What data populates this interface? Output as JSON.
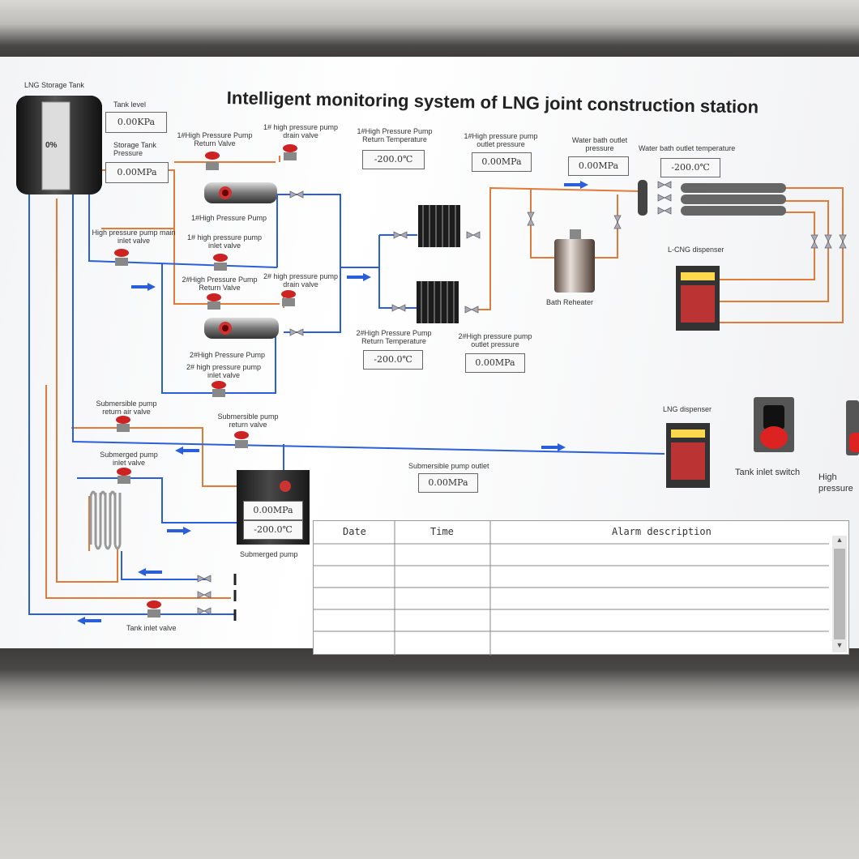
{
  "title": "Intelligent monitoring system of LNG joint construction station",
  "tank": {
    "name": "LNG Storage Tank",
    "level_pct": "0%",
    "level_label": "Tank level",
    "level_value": "0.00KPa",
    "pressure_label": "Storage Tank Pressure",
    "pressure_value": "0.00MPa"
  },
  "labels": {
    "p1_return_valve": "1#High Pressure Pump Return Valve",
    "p1_drain_valve": "1# high pressure pump drain valve",
    "p1_return_temp": "1#High Pressure Pump Return Temperature",
    "p1_outlet_pressure": "1#High pressure pump outlet pressure",
    "water_bath_outlet_pressure": "Water bath outlet pressure",
    "water_bath_outlet_temp": "Water bath outlet temperature",
    "p1_pump": "1#High Pressure Pump",
    "main_inlet_valve": "High pressure pump main inlet valve",
    "p1_inlet_valve": "1# high pressure pump inlet valve",
    "p2_return_valve": "2#High Pressure Pump Return Valve",
    "p2_drain_valve": "2# high pressure pump drain valve",
    "p2_pump": "2#High Pressure Pump",
    "p2_inlet_valve": "2# high pressure pump inlet valve",
    "p2_return_temp": "2#High Pressure Pump Return Temperature",
    "p2_outlet_pressure": "2#High pressure pump outlet pressure",
    "bath_reheater": "Bath Reheater",
    "lcng_dispenser": "L-CNG dispenser",
    "lng_dispenser": "LNG dispenser",
    "sub_return_air_valve": "Submersible pump return air valve",
    "sub_return_valve": "Submersible pump return valve",
    "sub_inlet_valve": "Submerged pump inlet valve",
    "sub_outlet": "Submersible pump outlet",
    "sub_pump": "Submerged pump",
    "tank_inlet_valve": "Tank inlet valve",
    "tank_inlet_switch": "Tank inlet switch",
    "main_inlet_switch": "High pressure pump main inlet"
  },
  "values": {
    "p1_return_temp": "-200.0℃",
    "p1_outlet_pressure": "0.00MPa",
    "water_bath_outlet_pressure": "0.00MPa",
    "water_bath_outlet_temp": "-200.0℃",
    "p2_return_temp": "-200.0℃",
    "p2_outlet_pressure": "0.00MPa",
    "sub_outlet": "0.00MPa",
    "sub_pump_pressure": "0.00MPa",
    "sub_pump_temp": "-200.0℃"
  },
  "alarm_table": {
    "columns": [
      "Date",
      "Time",
      "Alarm description"
    ],
    "rows": [
      [
        "",
        "",
        ""
      ],
      [
        "",
        "",
        ""
      ],
      [
        "",
        "",
        ""
      ],
      [
        "",
        "",
        ""
      ],
      [
        "",
        "",
        ""
      ]
    ]
  },
  "colors": {
    "lng_pipe": "#2b5fd9",
    "return_pipe": "#e07b3a",
    "valve_red": "#cc2222"
  }
}
